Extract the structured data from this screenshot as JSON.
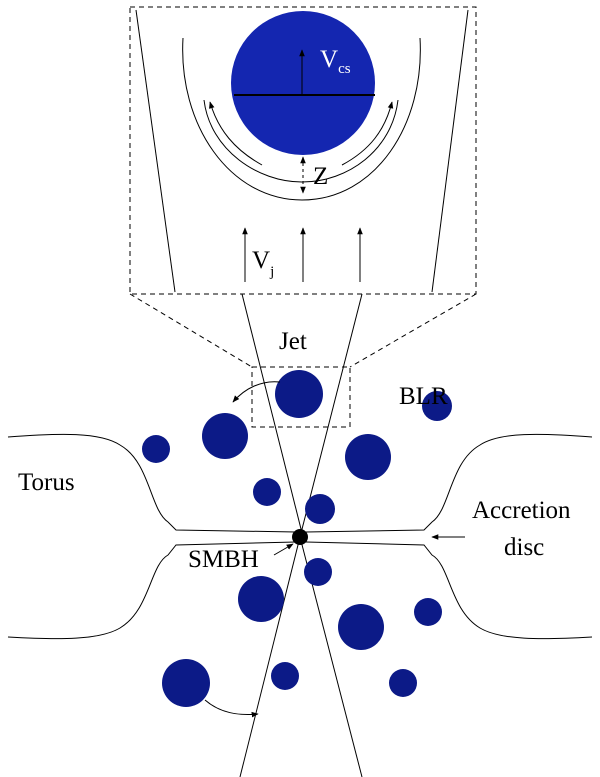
{
  "labels": {
    "jet": "Jet",
    "blr": "BLR",
    "torus": "Torus",
    "accretion_line1": "Accretion",
    "accretion_line2": "disc",
    "smbh": "SMBH",
    "vcs_main": "V",
    "vcs_sub": "cs",
    "vj_main": "V",
    "vj_sub": "j",
    "z": "Z"
  },
  "colors": {
    "cloud": "#0c1a87",
    "big_cloud": "#1426b0",
    "line": "#000000",
    "background": "#ffffff"
  }
}
